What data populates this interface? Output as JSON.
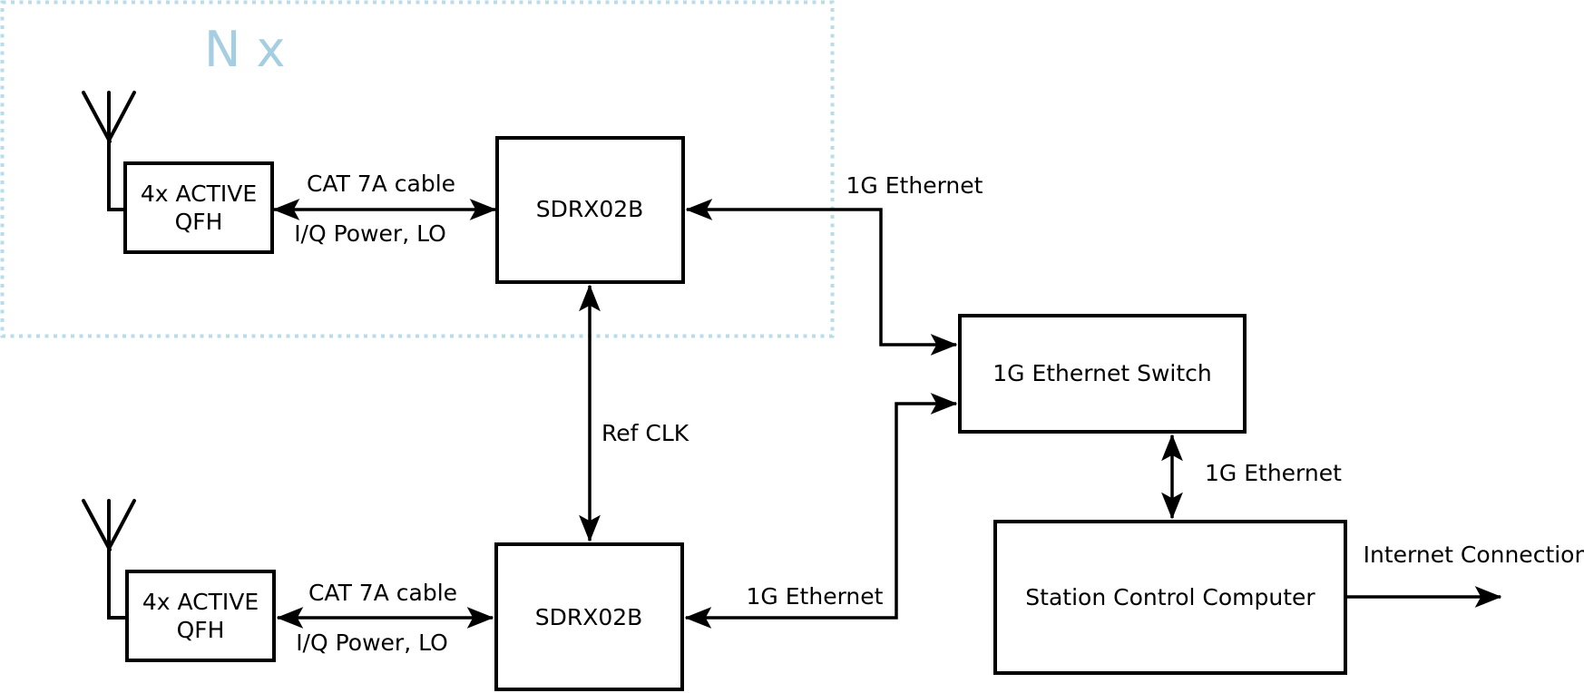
{
  "colors": {
    "accent_blue": "#a6cee3",
    "dotted_border_blue": "#b8dde9",
    "line_black": "#000000",
    "background": "#ffffff"
  },
  "group": {
    "label": "N x"
  },
  "nodes": {
    "qfh_top": {
      "line1": "4x ACTIVE",
      "line2": "QFH"
    },
    "sdrx_top": {
      "label": "SDRX02B"
    },
    "qfh_bottom": {
      "line1": "4x ACTIVE",
      "line2": "QFH"
    },
    "sdrx_bottom": {
      "label": "SDRX02B"
    },
    "ethernet_switch": {
      "label": "1G Ethernet Switch"
    },
    "station_computer": {
      "label": "Station Control Computer"
    }
  },
  "edges": {
    "cat7a_top": {
      "label_above": "CAT 7A cable",
      "label_below": "I/Q Power, LO"
    },
    "cat7a_bottom": {
      "label_above": "CAT 7A cable",
      "label_below": "I/Q Power, LO"
    },
    "ethernet_top": {
      "label": "1G Ethernet"
    },
    "ethernet_bottom": {
      "label": "1G Ethernet"
    },
    "ref_clk": {
      "label": "Ref CLK"
    },
    "switch_to_computer": {
      "label": "1G Ethernet"
    },
    "internet": {
      "label": "Internet Connection"
    }
  }
}
